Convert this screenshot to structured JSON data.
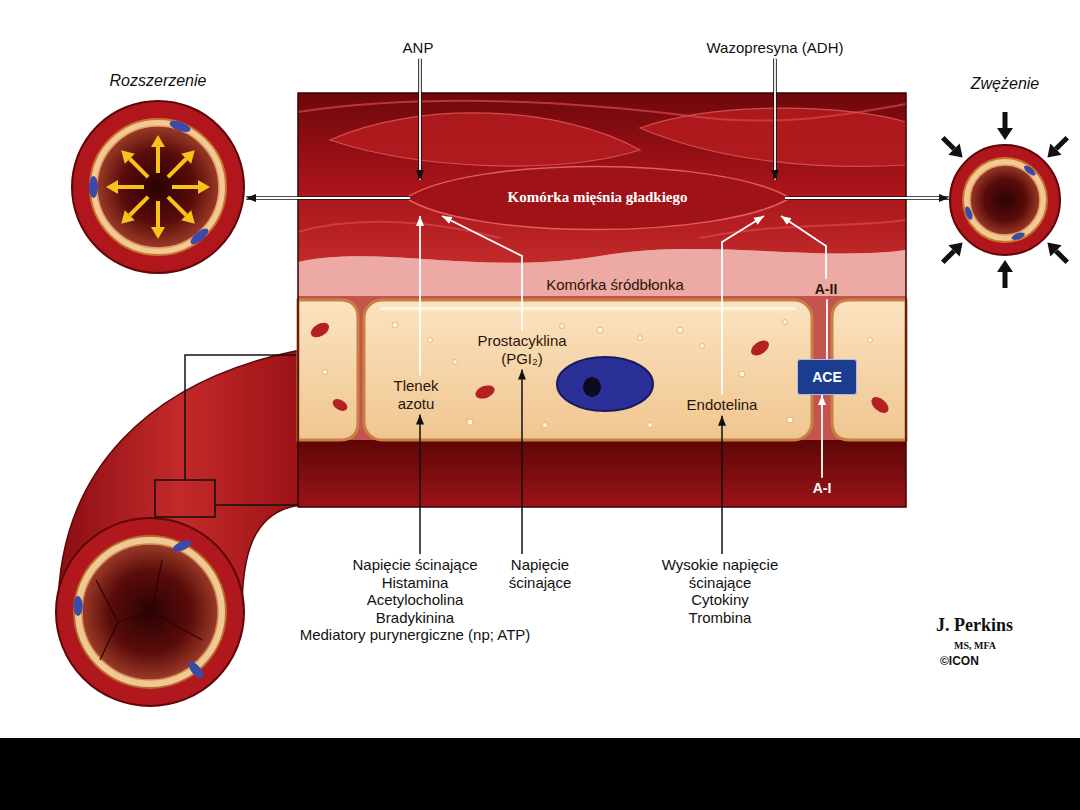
{
  "diagram": {
    "nodes": [
      {
        "text": [
          "ANP"
        ]
      },
      {
        "text": [
          "Wazopresyna (ADH)"
        ]
      },
      {
        "text": [
          "Rozszerzenie"
        ]
      },
      {
        "text": [
          "Zwężenie"
        ]
      },
      {
        "text": [
          "Komórka mięśnia gładkiego"
        ]
      },
      {
        "text": [
          "Komórka śródbłonka"
        ]
      },
      {
        "text": [
          "Prostacyklina (PGI₂)"
        ],
        "in": 5
      },
      {
        "text": [
          "Tlenek azotu"
        ],
        "in": 5
      },
      {
        "text": [
          "Endotelina"
        ],
        "in": 5
      },
      {
        "text": [
          "A-II"
        ]
      },
      {
        "text": [
          "ACE"
        ]
      },
      {
        "text": [
          "A-I"
        ]
      },
      {
        "text": [
          "Napięcie ścinające",
          "Histamina",
          "Acetylocholina",
          "Bradykinina",
          "Mediatory purynergiczne (np; ATP)"
        ]
      },
      {
        "text": [
          "Napięcie ścinające"
        ]
      },
      {
        "text": [
          "Wysokie napięcie ścinające",
          "Cytokiny",
          "Trombina"
        ]
      }
    ],
    "edges": [
      {
        "from": 0,
        "to": 4,
        "arrow": "to"
      },
      {
        "from": 1,
        "to": 4,
        "arrow": "to"
      },
      {
        "from": 4,
        "to": 2,
        "arrow": "to"
      },
      {
        "from": 4,
        "to": 3,
        "arrow": "to"
      },
      {
        "from": 7,
        "to": 4,
        "arrow": "to"
      },
      {
        "from": 6,
        "to": 4,
        "arrow": "to"
      },
      {
        "from": 8,
        "to": 4,
        "arrow": "to"
      },
      {
        "from": 9,
        "to": 4,
        "arrow": "to"
      },
      {
        "from": 10,
        "to": 9,
        "arrow": "none"
      },
      {
        "from": 11,
        "to": 10,
        "arrow": "to"
      },
      {
        "from": 12,
        "to": 7,
        "arrow": "to"
      },
      {
        "from": 13,
        "to": 6,
        "arrow": "to"
      },
      {
        "from": 14,
        "to": 8,
        "arrow": "to"
      }
    ],
    "labels": [
      "J. Perkins",
      "MS, MFA",
      "©ICON"
    ]
  }
}
